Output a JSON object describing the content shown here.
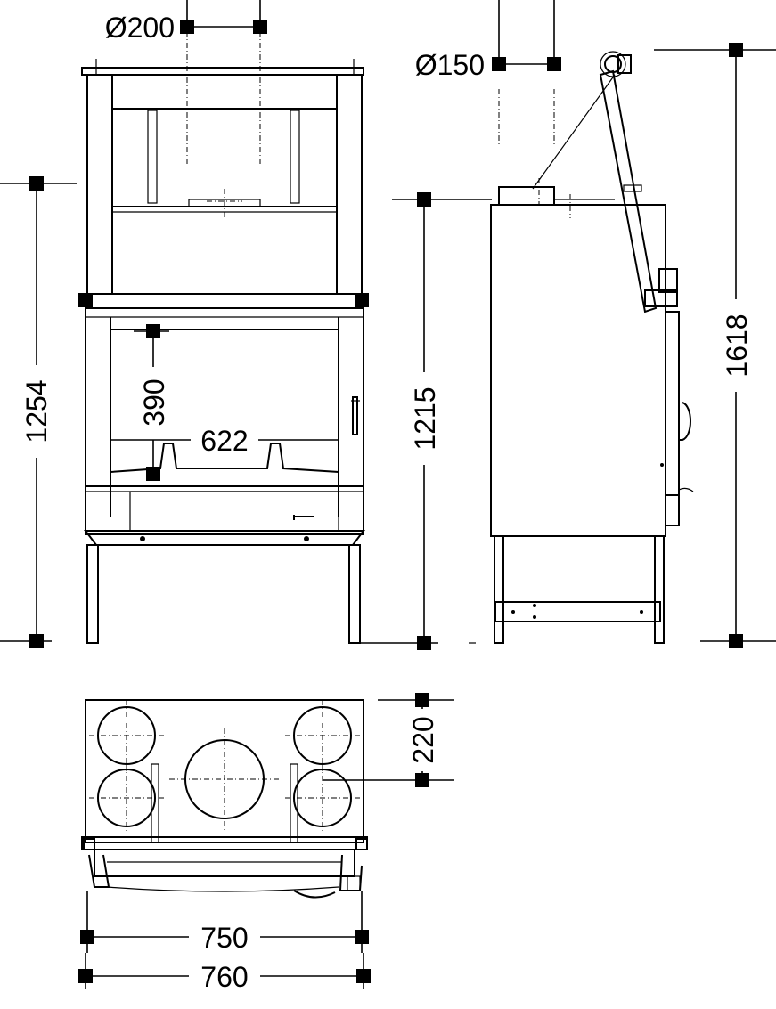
{
  "dimensions": {
    "flue_front": "Ø200",
    "flue_side": "Ø150",
    "height_front": "1254",
    "door_opening_height": "390",
    "door_opening_width": "622",
    "height_side_body": "1215",
    "height_total": "1618",
    "top_depth": "220",
    "width_inner": "750",
    "width_outer": "760"
  }
}
